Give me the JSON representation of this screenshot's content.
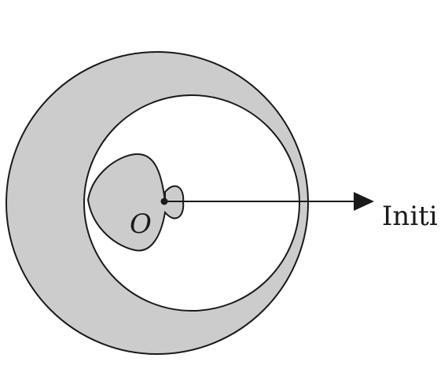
{
  "diagram": {
    "origin_label": "O",
    "initial_line_label": "Initi",
    "colors": {
      "shaded_region": "#cccccc",
      "stroke": "#1a1a1a",
      "background": "#ffffff"
    },
    "curves": [
      "outer-circle",
      "inner-circle",
      "cardioid",
      "initial-line-arrow"
    ]
  }
}
